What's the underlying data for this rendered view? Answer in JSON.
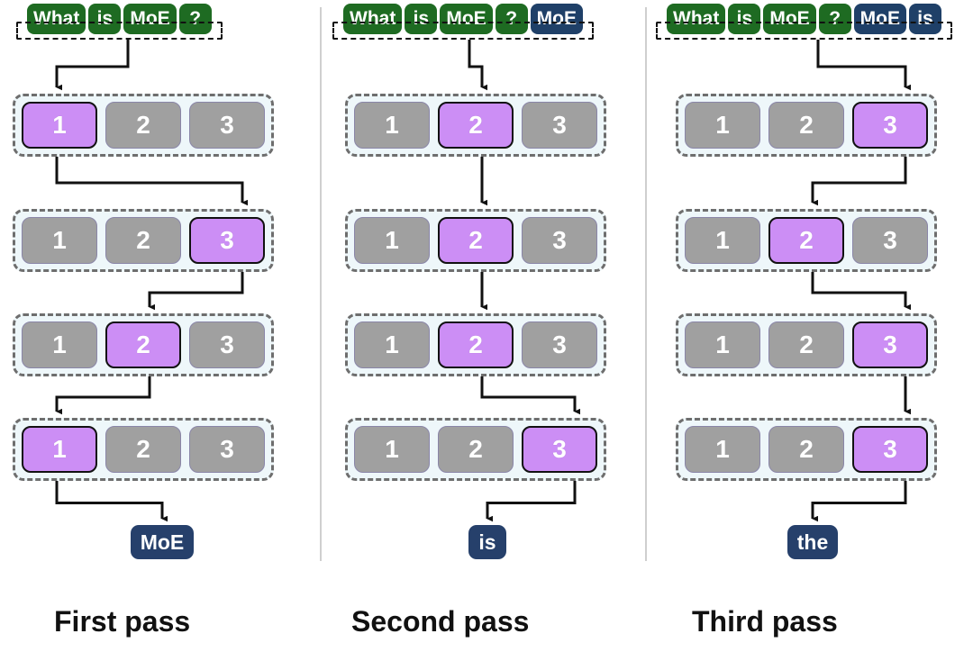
{
  "diagram": {
    "title_absent": true,
    "expert_labels": [
      "1",
      "2",
      "3"
    ],
    "colors": {
      "prompt_token": "#1e6b22",
      "generated_token": "#1f4068",
      "expert_active": "#cc8ef5",
      "expert_inactive": "#a0a0a0",
      "rack_fill": "#eef7fa",
      "rack_border": "#6e6e6e",
      "output_token": "#26406b",
      "arrow": "#111111",
      "divider": "#cfcfcf",
      "caption": "#111111"
    }
  },
  "passes": [
    {
      "caption": "First pass",
      "tokens": [
        {
          "text": "What",
          "kind": "prompt"
        },
        {
          "text": "is",
          "kind": "prompt"
        },
        {
          "text": "MoE",
          "kind": "prompt"
        },
        {
          "text": "?",
          "kind": "prompt"
        }
      ],
      "layers": [
        {
          "experts": [
            "1",
            "2",
            "3"
          ],
          "active_index": 0
        },
        {
          "experts": [
            "1",
            "2",
            "3"
          ],
          "active_index": 2
        },
        {
          "experts": [
            "1",
            "2",
            "3"
          ],
          "active_index": 1
        },
        {
          "experts": [
            "1",
            "2",
            "3"
          ],
          "active_index": 0
        }
      ],
      "output": "MoE"
    },
    {
      "caption": "Second pass",
      "tokens": [
        {
          "text": "What",
          "kind": "prompt"
        },
        {
          "text": "is",
          "kind": "prompt"
        },
        {
          "text": "MoE",
          "kind": "prompt"
        },
        {
          "text": "?",
          "kind": "prompt"
        },
        {
          "text": "MoE",
          "kind": "generated"
        }
      ],
      "layers": [
        {
          "experts": [
            "1",
            "2",
            "3"
          ],
          "active_index": 1
        },
        {
          "experts": [
            "1",
            "2",
            "3"
          ],
          "active_index": 1
        },
        {
          "experts": [
            "1",
            "2",
            "3"
          ],
          "active_index": 1
        },
        {
          "experts": [
            "1",
            "2",
            "3"
          ],
          "active_index": 2
        }
      ],
      "output": "is"
    },
    {
      "caption": "Third pass",
      "tokens": [
        {
          "text": "What",
          "kind": "prompt"
        },
        {
          "text": "is",
          "kind": "prompt"
        },
        {
          "text": "MoE",
          "kind": "prompt"
        },
        {
          "text": "?",
          "kind": "prompt"
        },
        {
          "text": "MoE",
          "kind": "generated"
        },
        {
          "text": "is",
          "kind": "generated"
        }
      ],
      "layers": [
        {
          "experts": [
            "1",
            "2",
            "3"
          ],
          "active_index": 2
        },
        {
          "experts": [
            "1",
            "2",
            "3"
          ],
          "active_index": 1
        },
        {
          "experts": [
            "1",
            "2",
            "3"
          ],
          "active_index": 2
        },
        {
          "experts": [
            "1",
            "2",
            "3"
          ],
          "active_index": 2
        }
      ],
      "output": "the"
    }
  ]
}
